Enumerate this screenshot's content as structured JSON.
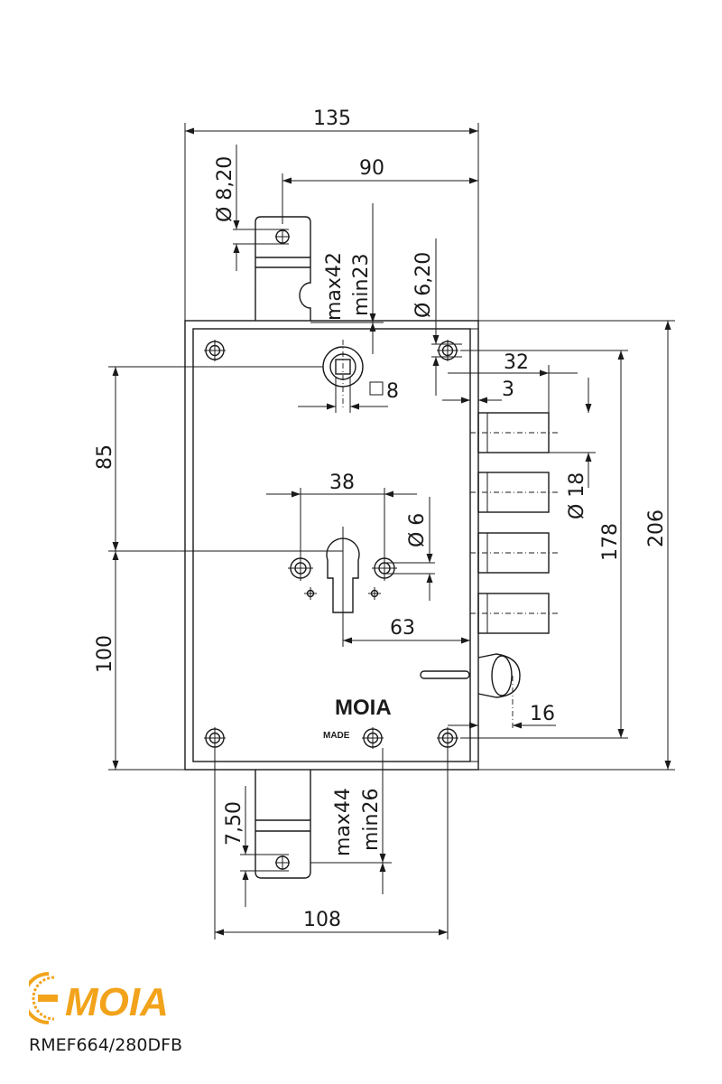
{
  "drawing": {
    "dimensions": {
      "overall_width": "135",
      "width_90": "90",
      "hole_top_strike": "Ø 8,20",
      "hole_corner": "Ø 6,20",
      "top_range_max": "max42",
      "top_range_min": "min23",
      "bolt_offset": "32",
      "bolt_gap": "3",
      "square_spindle": "8",
      "bolt_diameter": "Ø 18",
      "height_85": "85",
      "height_100": "100",
      "overall_height": "206",
      "bolt_span": "178",
      "cylinder_spacing": "38",
      "cylinder_hole": "Ø 6",
      "backset": "63",
      "latch_offset": "16",
      "bottom_strike_offset": "7,50",
      "bottom_range_max": "max44",
      "bottom_range_min": "min26",
      "bottom_width": "108"
    },
    "plate_brand": "MOIA",
    "plate_made": "MADE"
  },
  "footer": {
    "logo_text": "MOIA",
    "logo_color": "#f2a31b",
    "model": "RMEF664/280DFB"
  }
}
